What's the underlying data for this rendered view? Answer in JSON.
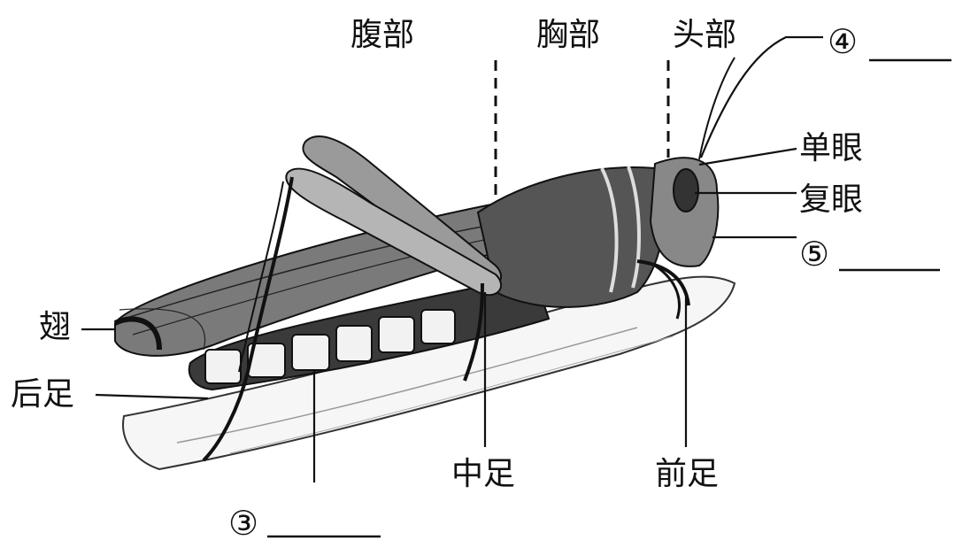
{
  "labels": {
    "abdomen": "腹部",
    "thorax": "胸部",
    "head": "头部",
    "simple_eye": "单眼",
    "compound_eye": "复眼",
    "wing": "翅",
    "hind_leg": "后足",
    "middle_leg": "中足",
    "front_leg": "前足",
    "blank3": "③",
    "blank4": "④",
    "blank5": "⑤"
  }
}
